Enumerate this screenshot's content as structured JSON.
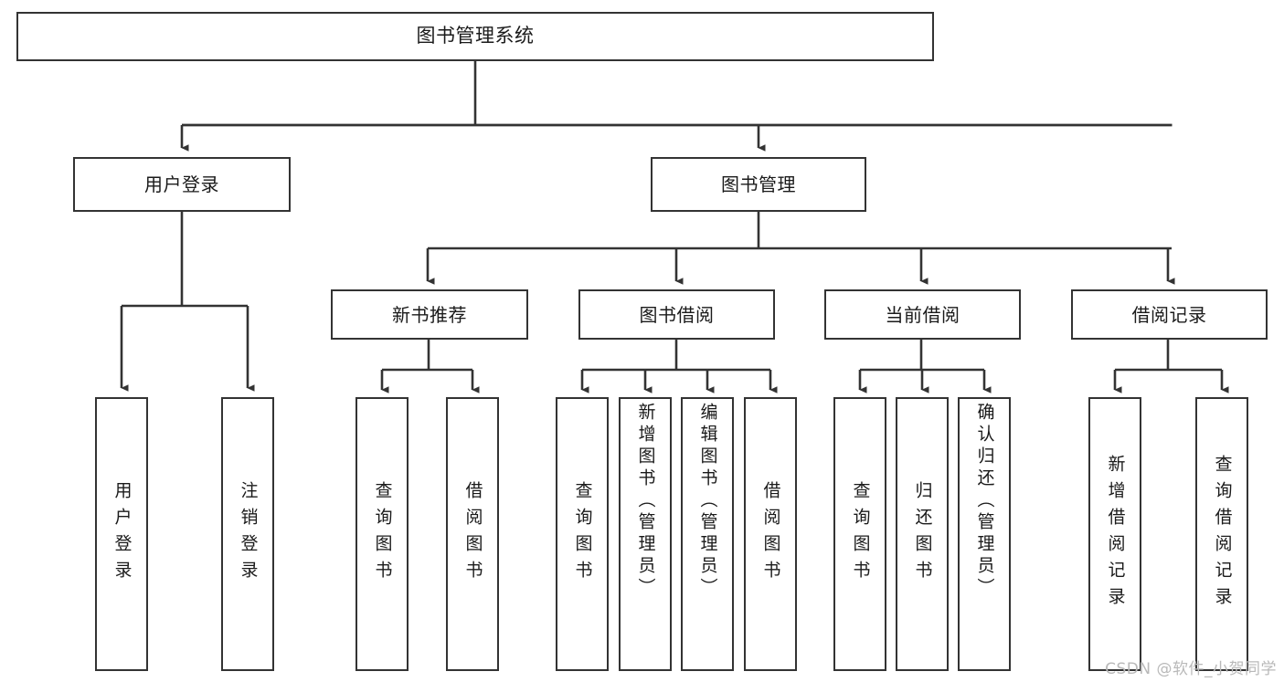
{
  "diagram": {
    "title": "图书管理系统",
    "type": "hierarchy-tree",
    "colors": {
      "box_border": "#333333",
      "box_fill": "#ffffff",
      "connector": "#333333",
      "text": "#1a1a1a",
      "watermark": "#b9b9b9",
      "background": "#ffffff"
    },
    "root": {
      "label": "图书管理系统"
    },
    "level2": [
      {
        "label": "用户登录"
      },
      {
        "label": "图书管理"
      }
    ],
    "level3": [
      {
        "label": "新书推荐"
      },
      {
        "label": "图书借阅"
      },
      {
        "label": "当前借阅"
      },
      {
        "label": "借阅记录"
      }
    ],
    "leaves": {
      "user_login": [
        {
          "label": "用户登录"
        },
        {
          "label": "注销登录"
        }
      ],
      "new_book": [
        {
          "label": "查询图书"
        },
        {
          "label": "借阅图书"
        }
      ],
      "book_borrow": [
        {
          "label": "查询图书"
        },
        {
          "label": "新增图书（管理员）"
        },
        {
          "label": "编辑图书（管理员）"
        },
        {
          "label": "借阅图书"
        }
      ],
      "current_borrow": [
        {
          "label": "查询图书"
        },
        {
          "label": "归还图书"
        },
        {
          "label": "确认归还（管理员）"
        }
      ],
      "borrow_record": [
        {
          "label": "新增借阅记录"
        },
        {
          "label": "查询借阅记录"
        }
      ]
    }
  },
  "watermark": {
    "text": "CSDN @软件_小贺同学"
  }
}
